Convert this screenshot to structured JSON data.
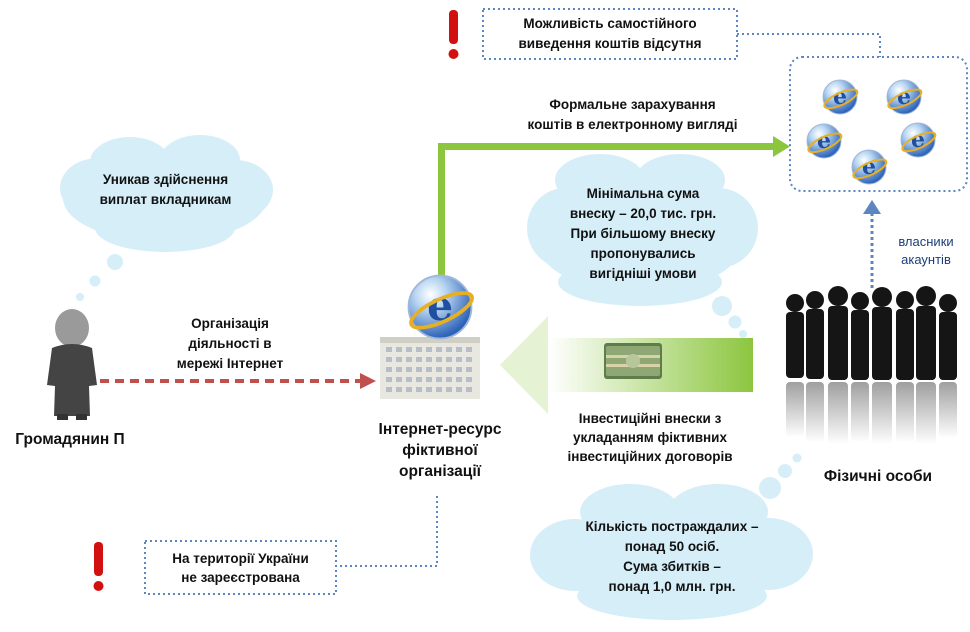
{
  "warning_top": "Можливість самостійного\nвиведення коштів відсутня",
  "formal_transfer": "Формальне зарахування\nкоштів в електронному вигляді",
  "cloud_payments": "Уникав здійснення\nвиплат вкладникам",
  "cloud_min_sum": "Мінімальна сума\nвнеску – 20,0 тис. грн.\nПри більшому внеску\nпропонувались\nвигідніші умови",
  "account_owners": "власники\nакаунтів",
  "organization_label": "Організація\nдіяльності в\nмережі Інтернет",
  "citizen": "Громадянин П",
  "resource": "Інтернет-ресурс\nфіктивної\nорганізації",
  "investments": "Інвестиційні внески з\nукладанням фіктивних\nінвестиційних договорів",
  "individuals": "Фізичні особи",
  "cloud_victims": "Кількість постраждалих –\nпонад 50 осіб.\nСума збитків –\nпонад 1,0 млн. грн.",
  "warning_bottom": "На території України\nне зареєстрована",
  "colors": {
    "cloud": "#d6eef8",
    "green": "#8cc63f",
    "dotted": "#5b86c0",
    "arrow_red": "#c0504d",
    "warning": "#d21010"
  },
  "icons": [
    "warning-icon",
    "ie-globe-icon",
    "person-icon",
    "building-icon",
    "money-icon",
    "people-silhouette-icon"
  ]
}
